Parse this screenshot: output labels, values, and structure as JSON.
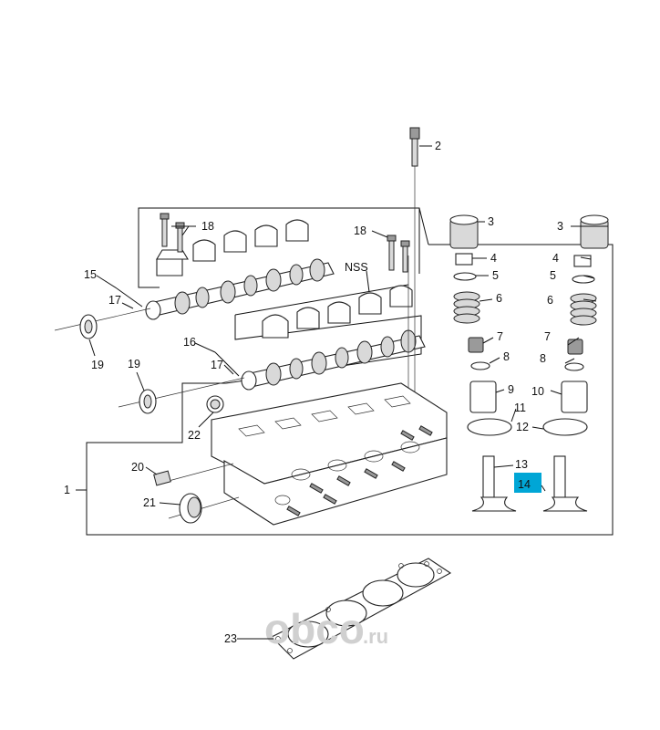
{
  "callouts": {
    "c1": "1",
    "c2": "2",
    "c3a": "3",
    "c3b": "3",
    "c4a": "4",
    "c4b": "4",
    "c5a": "5",
    "c5b": "5",
    "c6a": "6",
    "c6b": "6",
    "c7a": "7",
    "c7b": "7",
    "c8a": "8",
    "c8b": "8",
    "c9": "9",
    "c10": "10",
    "c11": "11",
    "c12": "12",
    "c13": "13",
    "c14": "14",
    "c15": "15",
    "c16": "16",
    "c17a": "17",
    "c17b": "17",
    "c18a": "18",
    "c18b": "18",
    "c19a": "19",
    "c19b": "19",
    "c20": "20",
    "c21": "21",
    "c22": "22",
    "c23": "23",
    "nss": "NSS"
  },
  "highlight": {
    "color": "#00a6d6",
    "item": "14"
  },
  "watermark": {
    "brand": "obco",
    "suffix": ".ru"
  }
}
